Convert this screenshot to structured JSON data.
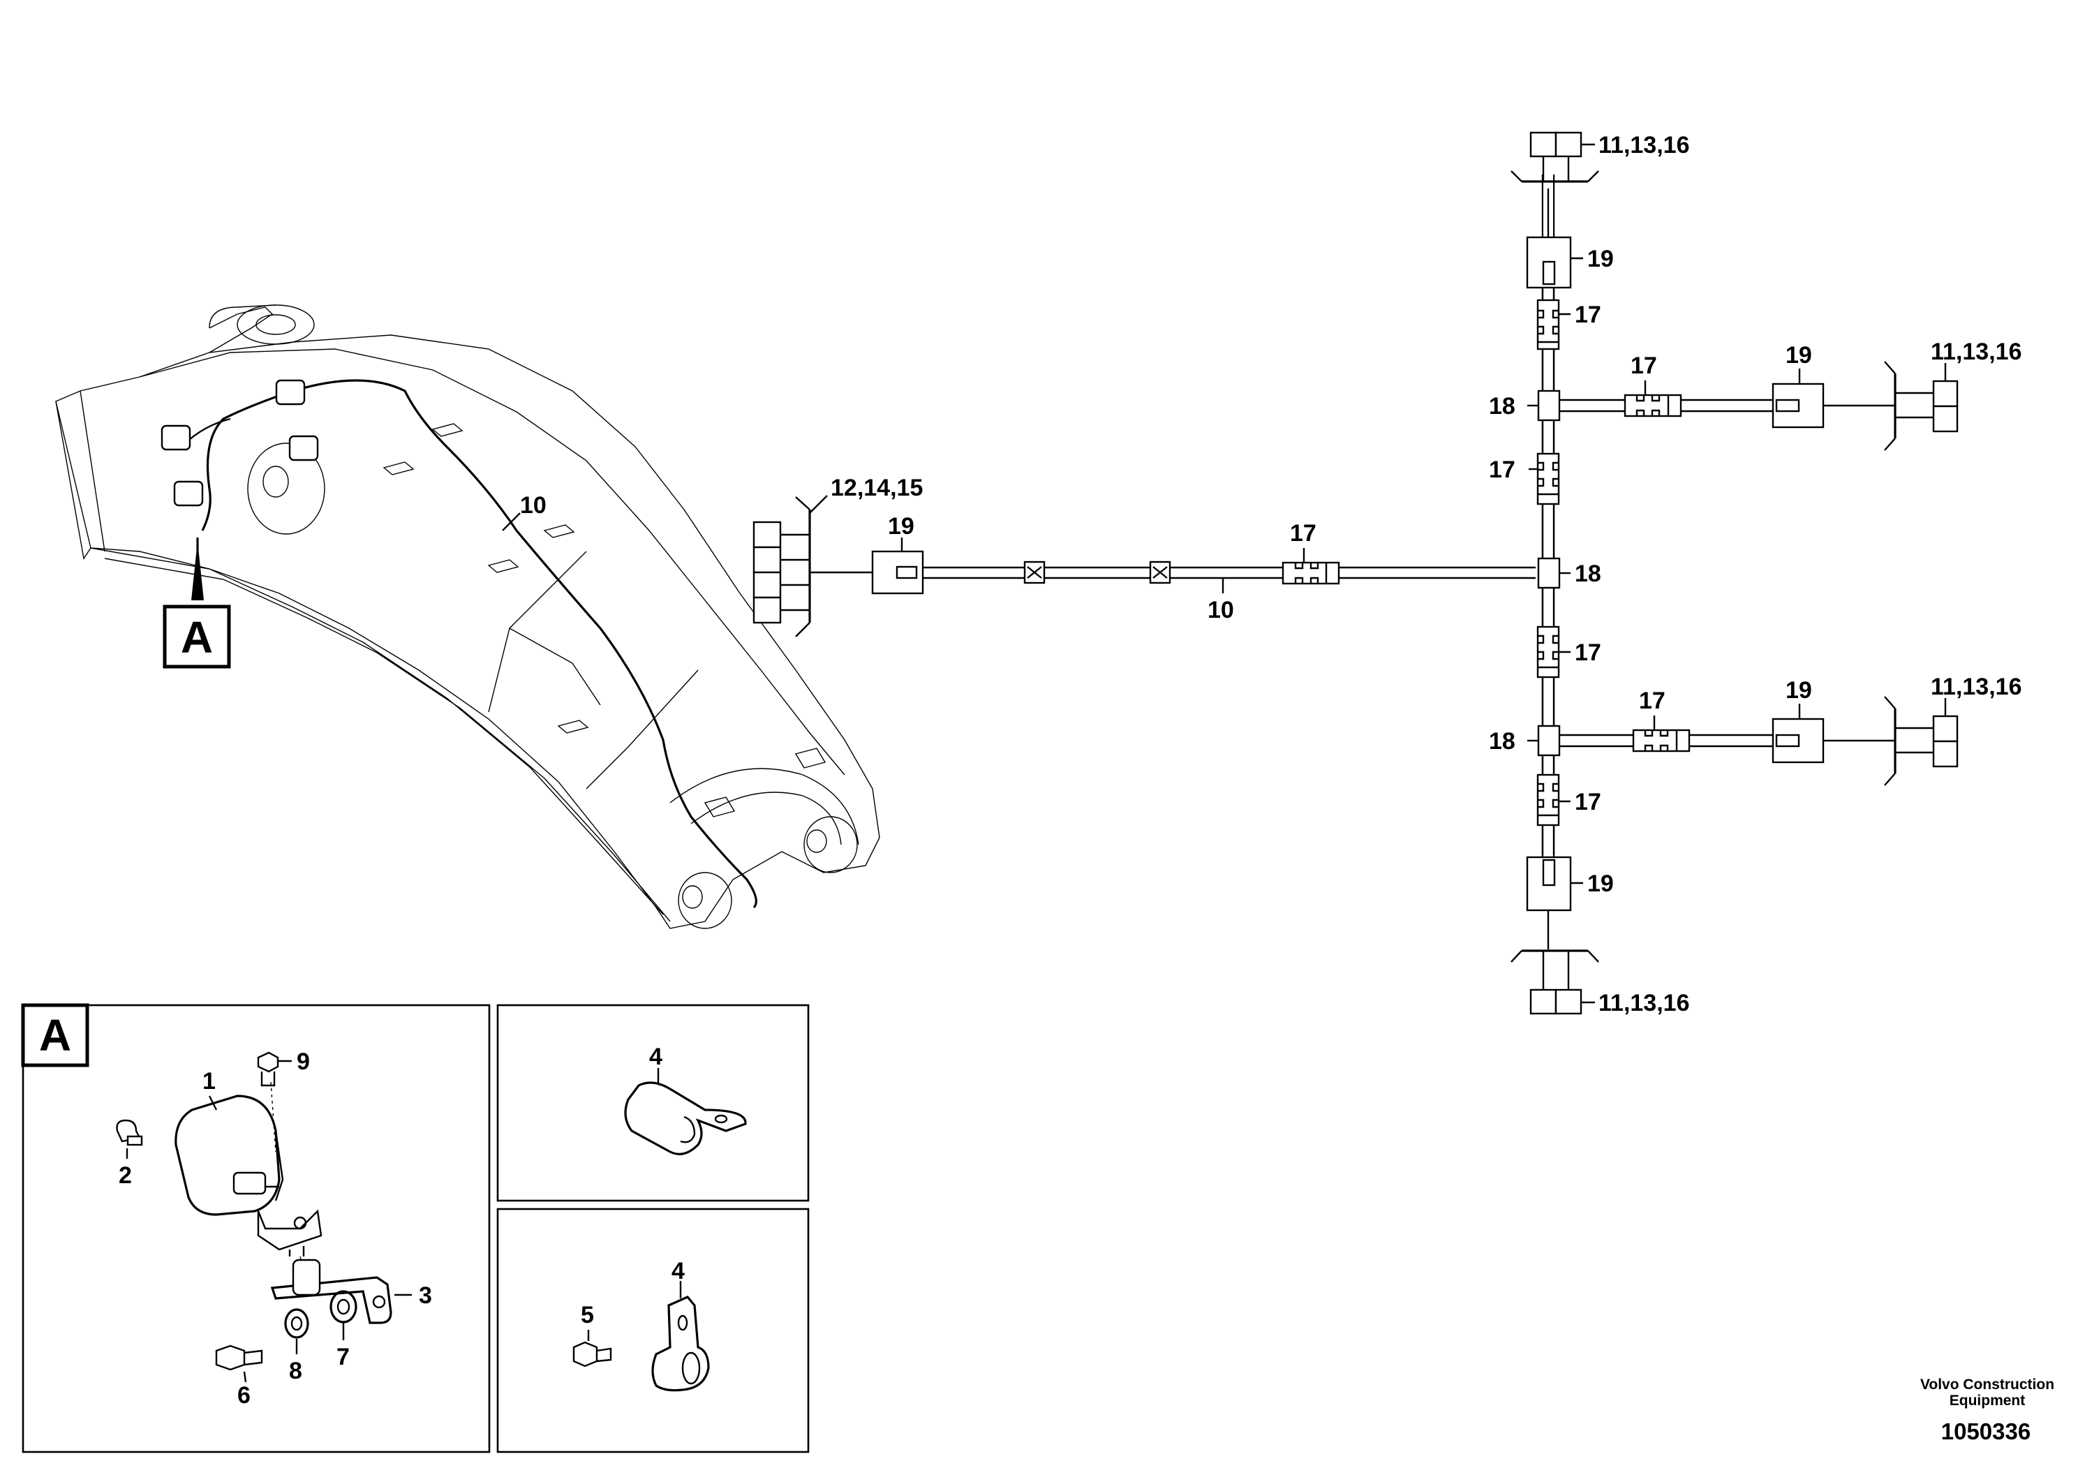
{
  "callouts": {
    "boom_harness": "10",
    "detail_marker": "A",
    "left_connector": "12,14,15",
    "left_plug": "19",
    "mid_harness": "10",
    "mid_seal": "17",
    "mid_branch": "18",
    "top_connector": "11,13,16",
    "top_plug": "19",
    "top_seal": "17",
    "upper_branch": "18",
    "upper_between_seal": "17",
    "upper_right_seal": "17",
    "upper_right_plug": "19",
    "upper_right_connector": "11,13,16",
    "lower_between_seal": "17",
    "lower_branch": "18",
    "lower_right_seal": "17",
    "lower_right_plug": "19",
    "lower_right_connector": "11,13,16",
    "bottom_seal": "17",
    "bottom_plug": "19",
    "bottom_connector": "11,13,16"
  },
  "detail_a": {
    "marker": "A",
    "lamp": "1",
    "bulb": "2",
    "bracket": "3",
    "washer_large": "7",
    "washer_spring": "8",
    "bolt_bottom": "6",
    "bolt_top": "9"
  },
  "detail_clip_top": {
    "clip": "4"
  },
  "detail_clip_bottom": {
    "clip": "4",
    "screw": "5"
  },
  "footer": {
    "company_line1": "Volvo Construction",
    "company_line2": "Equipment",
    "drawing_number": "1050336"
  }
}
